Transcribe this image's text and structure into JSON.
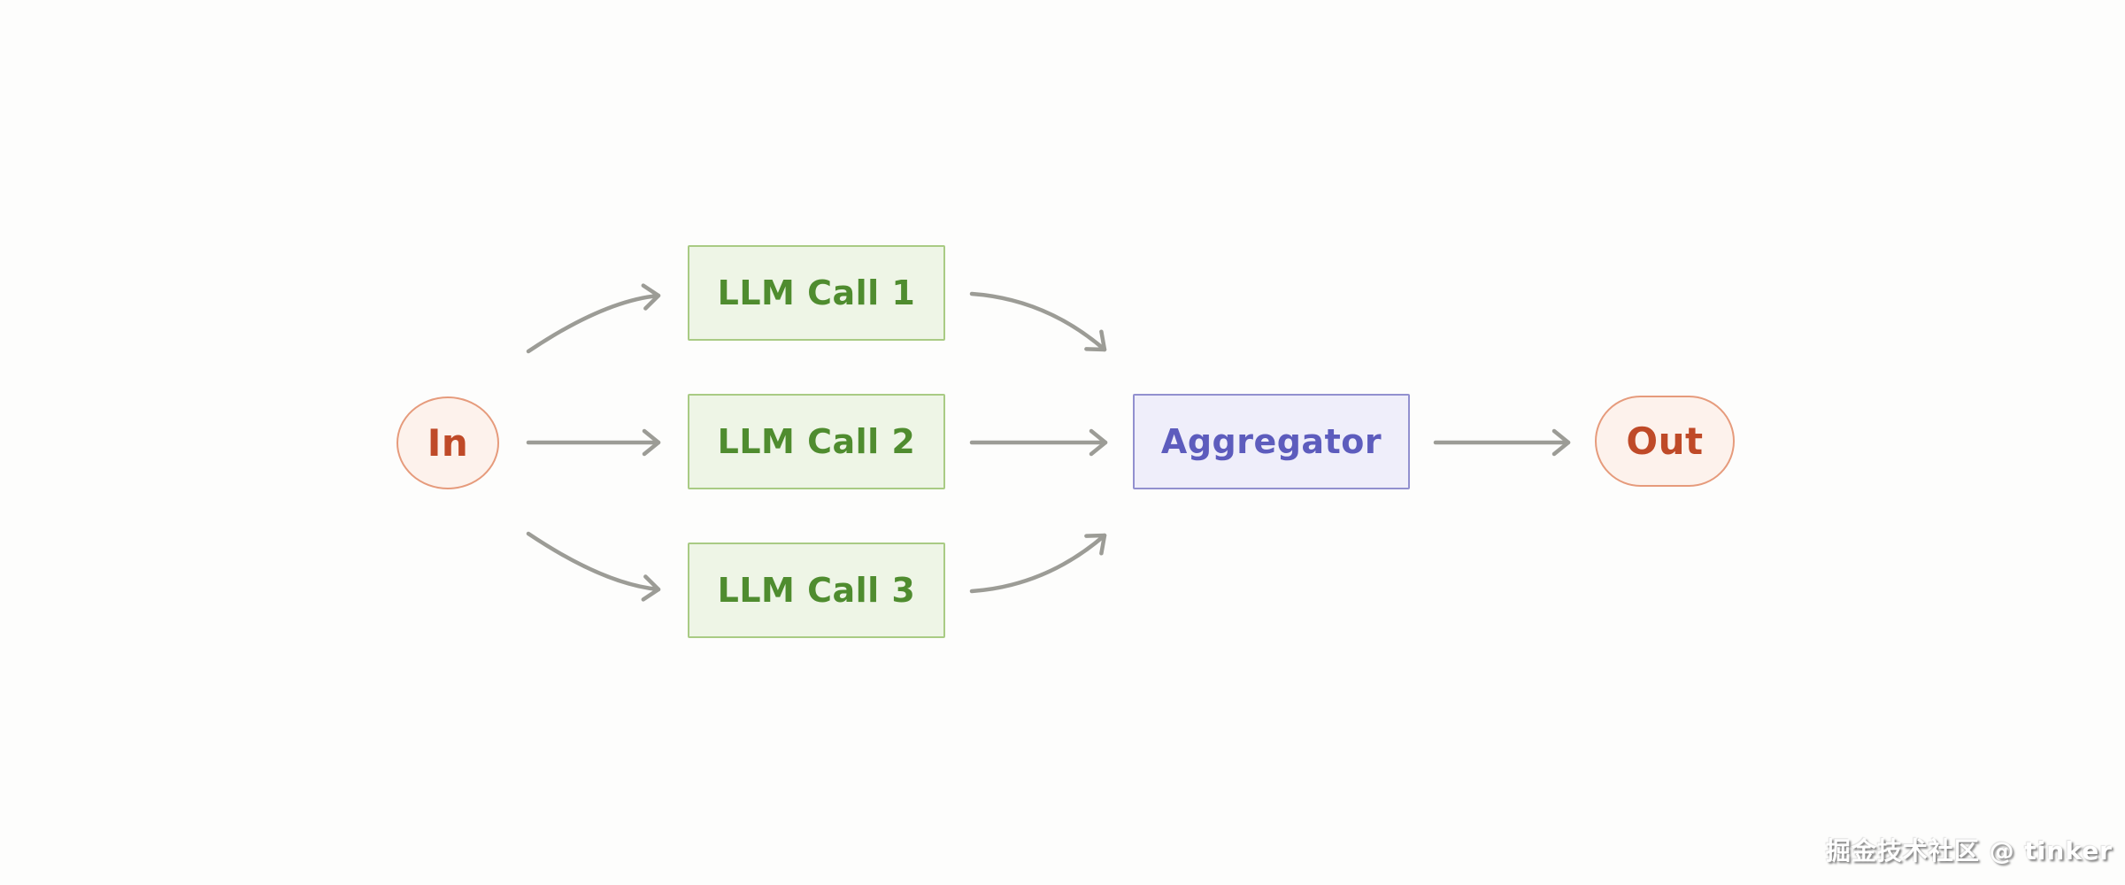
{
  "diagram": {
    "type": "flowchart",
    "pattern": "parallelization-workflow",
    "nodes": [
      {
        "id": "in",
        "label": "In",
        "shape": "circle",
        "fill": "#fdf2ec",
        "border": "#e69b7c",
        "text_color": "#bf4a28"
      },
      {
        "id": "llm-call-1",
        "label": "LLM Call 1",
        "shape": "rect",
        "fill": "#eef5e6",
        "border": "#a9cb84",
        "text_color": "#4f8c2f"
      },
      {
        "id": "llm-call-2",
        "label": "LLM Call 2",
        "shape": "rect",
        "fill": "#eef5e6",
        "border": "#a9cb84",
        "text_color": "#4f8c2f"
      },
      {
        "id": "llm-call-3",
        "label": "LLM Call 3",
        "shape": "rect",
        "fill": "#eef5e6",
        "border": "#a9cb84",
        "text_color": "#4f8c2f"
      },
      {
        "id": "aggregator",
        "label": "Aggregator",
        "shape": "rect",
        "fill": "#efeefa",
        "border": "#9290cf",
        "text_color": "#5d5cbd"
      },
      {
        "id": "out",
        "label": "Out",
        "shape": "pill",
        "fill": "#fdf2ec",
        "border": "#e69b7c",
        "text_color": "#bf4a28"
      }
    ],
    "edges": [
      {
        "from": "in",
        "to": "llm-call-1",
        "style": "curved"
      },
      {
        "from": "in",
        "to": "llm-call-2",
        "style": "straight"
      },
      {
        "from": "in",
        "to": "llm-call-3",
        "style": "curved"
      },
      {
        "from": "llm-call-1",
        "to": "aggregator",
        "style": "curved"
      },
      {
        "from": "llm-call-2",
        "to": "aggregator",
        "style": "straight"
      },
      {
        "from": "llm-call-3",
        "to": "aggregator",
        "style": "curved"
      },
      {
        "from": "aggregator",
        "to": "out",
        "style": "straight"
      }
    ],
    "colors": {
      "arrow": "#9c9c96",
      "background": "#fdfdfc"
    }
  },
  "watermark": {
    "text": "掘金技术社区 @ tinker"
  }
}
